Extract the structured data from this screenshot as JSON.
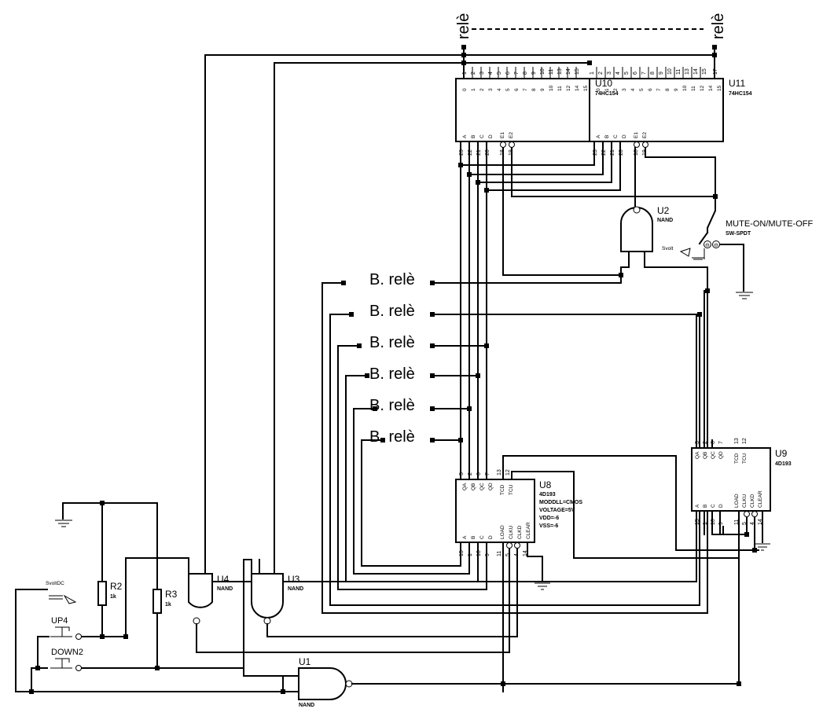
{
  "relay_top_left": "relè",
  "relay_top_right": "relè",
  "b_relay_label": "B. relè",
  "u10": {
    "ref": "U10",
    "part": "74HC154"
  },
  "u11": {
    "ref": "U11",
    "part": "74HC154"
  },
  "u2": {
    "ref": "U2",
    "part": "NAND"
  },
  "u3": {
    "ref": "U3",
    "part": "NAND"
  },
  "u4": {
    "ref": "U4",
    "part": "NAND"
  },
  "u1": {
    "ref": "U1",
    "part": "NAND"
  },
  "u8": {
    "ref": "U8",
    "part": "4D193",
    "model": "MODDLL=CMOS",
    "voltage": "VOLTAGE=5V",
    "vdd": "VDD=-6",
    "vss": "VSS=-6"
  },
  "u9": {
    "ref": "U9",
    "part": "4D193"
  },
  "r2": {
    "ref": "R2",
    "value": "1k"
  },
  "r3": {
    "ref": "R3",
    "value": "1k"
  },
  "up4": "UP4",
  "down2": "DOWN2",
  "sw_mute": {
    "label": "MUTE-ON/MUTE-OFF",
    "part": "SW-SPDT"
  },
  "svolt": "Svolt",
  "svoltdc": "SvoltDC"
}
